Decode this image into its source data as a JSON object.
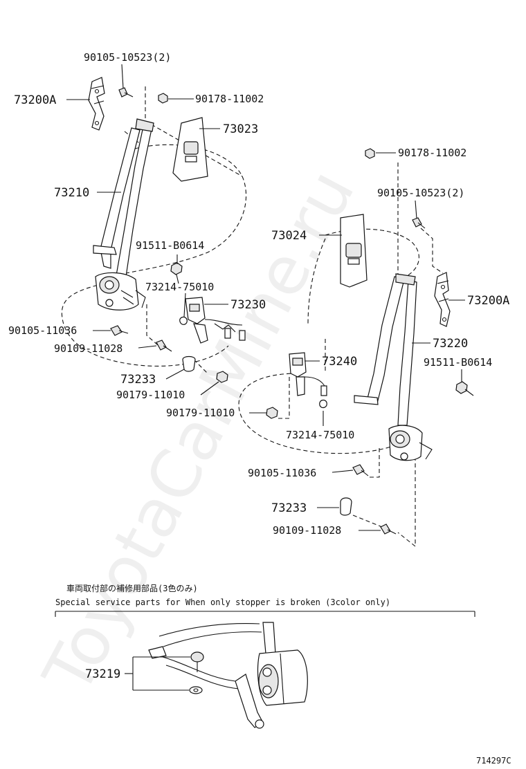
{
  "watermark": "ToyotaCarMine.ru",
  "diagram_code": "714297C",
  "callouts": {
    "p_90105_10523_left": "90105-10523(2)",
    "p_73200A_left": "73200A",
    "p_90178_11002_left": "90178-11002",
    "p_73023": "73023",
    "p_73210": "73210",
    "p_91511_B0614_left": "91511-B0614",
    "p_73214_75010_left": "73214-75010",
    "p_73230": "73230",
    "p_90105_11036_left": "90105-11036",
    "p_90109_11028_left": "90109-11028",
    "p_73233_left": "73233",
    "p_90179_11010_left": "90179-11010",
    "p_90178_11002_right": "90178-11002",
    "p_90105_10523_right": "90105-10523(2)",
    "p_73024": "73024",
    "p_73200A_right": "73200A",
    "p_73220": "73220",
    "p_91511_B0614_right": "91511-B0614",
    "p_73240": "73240",
    "p_90179_11010_right": "90179-11010",
    "p_73214_75010_right": "73214-75010",
    "p_90105_11036_right": "90105-11036",
    "p_73233_right": "73233",
    "p_90109_11028_right": "90109-11028",
    "p_73219": "73219"
  },
  "special_parts": {
    "note_japanese": "車両取付部の補修用部品(3色のみ)",
    "note_english": "Special  service  parts  for  When  only  stopper  is  broken  (3color  only)"
  }
}
